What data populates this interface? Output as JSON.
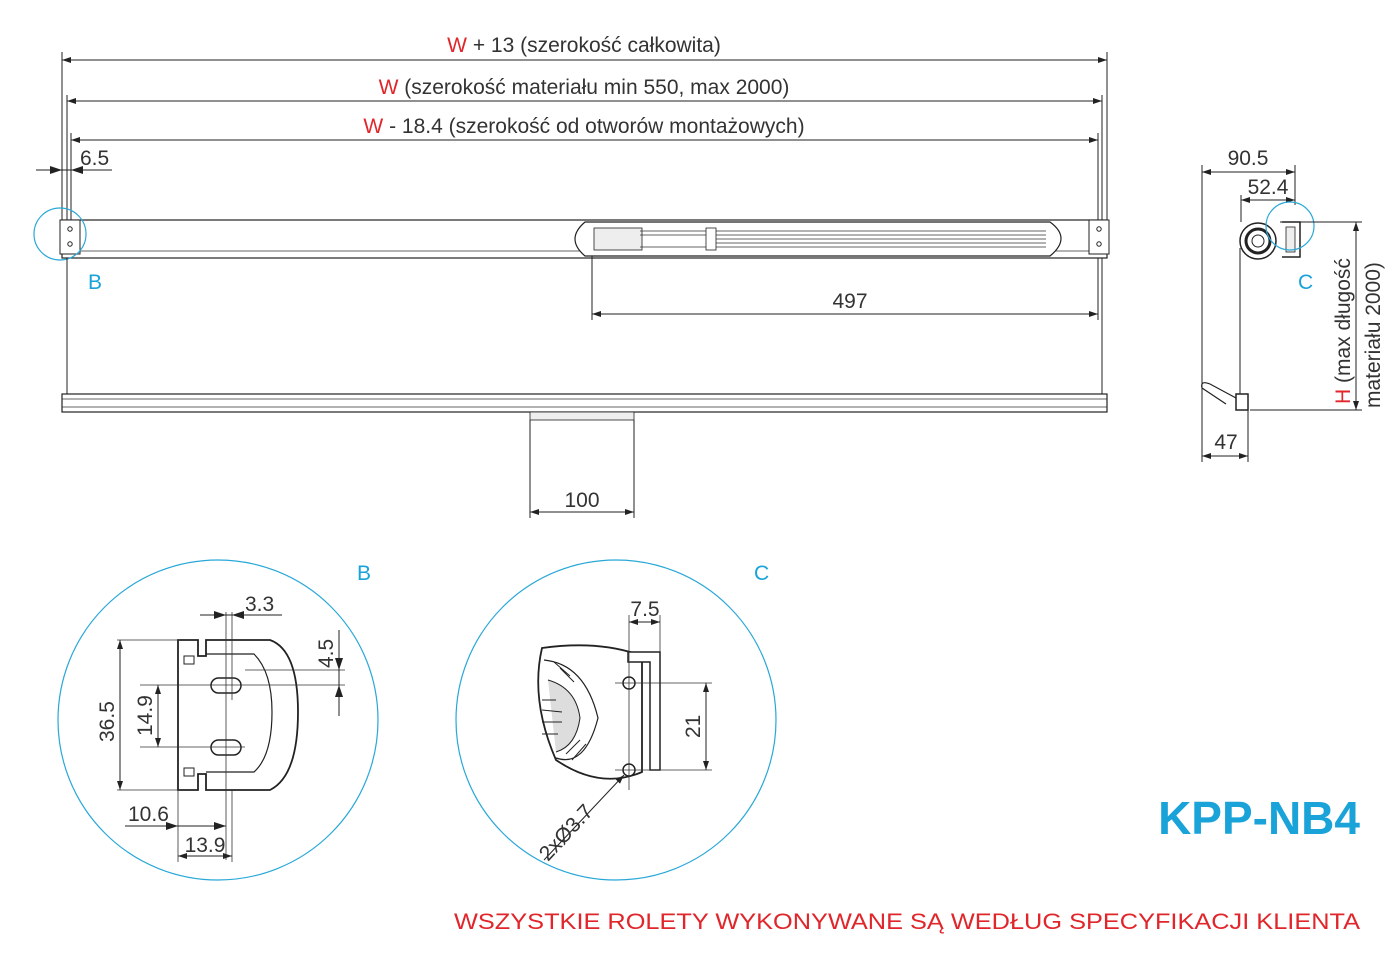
{
  "dimensions": {
    "total_width_prefix": "W",
    "total_width_suffix": " + 13 (szerokość całkowita)",
    "material_width_prefix": "W",
    "material_width_suffix": " (szerokość materiału min 550, max 2000)",
    "mount_width_prefix": "W",
    "mount_width_suffix": " - 18.4 (szerokość od otworów montażowych)",
    "offset_left": "6.5",
    "mechanism_length": "497",
    "handle_width": "100"
  },
  "side_view": {
    "depth_total": "90.5",
    "depth_tube": "52.4",
    "bottom_depth": "47",
    "height_prefix": "H",
    "height_suffix": " (max długość",
    "height_suffix_2": "materiału  2000)"
  },
  "detail_labels": {
    "b_main": "B",
    "c_main": "C",
    "b_detail": "B",
    "c_detail": "C"
  },
  "detail_b": {
    "d1": "3.3",
    "d2": "4.5",
    "d3": "36.5",
    "d4": "14.9",
    "d5": "10.6",
    "d6": "13.9"
  },
  "detail_c": {
    "d1": "7.5",
    "d2": "21",
    "d3": "2xØ3.7"
  },
  "product_code": "KPP-NB4",
  "footer_note": "WSZYSTKIE ROLETY WYKONYWANE SĄ WEDŁUG SPECYFIKACJI KLIENTA"
}
